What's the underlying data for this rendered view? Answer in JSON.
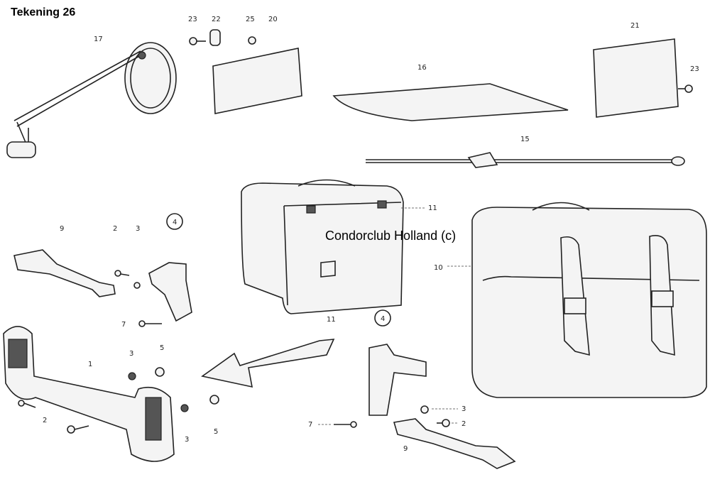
{
  "title": "Tekening 26",
  "watermark": "Condorclub Holland (c)",
  "part_labels": {
    "mirror": "17",
    "screw_top": "23",
    "clamp": "22",
    "nut_top": "25",
    "plate_left": "20",
    "plate_right": "21",
    "screw_right": "23",
    "cover": "16",
    "strap": "15",
    "bag_left_top": "11",
    "bag_left_bottom": "11",
    "bag_right": "10",
    "bracket_left": "9",
    "bolt_left": "2",
    "washer_left": "3",
    "hook_left": "4",
    "pin_left": "7",
    "carrier": "1",
    "washer_mid": "3",
    "nut_mid": "5",
    "bolt_bottom": "2",
    "washer_bottom": "3",
    "nut_bottom": "5",
    "hook_right": "4",
    "washer_right": "3",
    "bolt_right": "2",
    "pin_right": "7",
    "bracket_right": "9"
  }
}
